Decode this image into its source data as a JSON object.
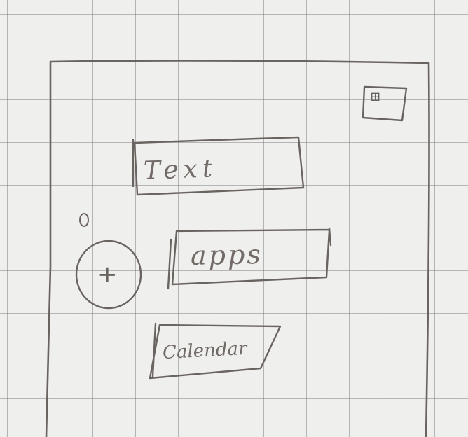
{
  "sketch": {
    "text_box_label": "Text",
    "apps_button_label": "apps",
    "calendar_button_label": "Calendar",
    "add_button_symbol": "+",
    "corner_icon_glyph": "⊞",
    "icons": {
      "add": "plus-icon",
      "corner": "grid-icon"
    },
    "colors": {
      "paper": "#efefed",
      "grid": "#8a8a90",
      "pencil": "#6a6461"
    }
  }
}
